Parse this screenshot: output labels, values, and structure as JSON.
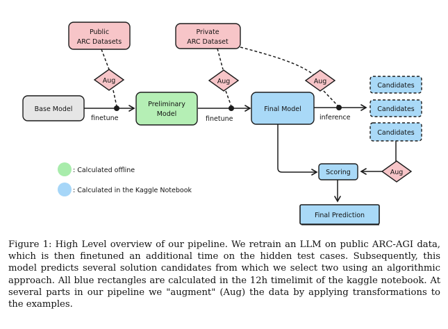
{
  "diagram": {
    "nodes": {
      "public_datasets": [
        "Public",
        "ARC Datasets"
      ],
      "private_dataset": [
        "Private",
        "ARC Dataset"
      ],
      "base_model": "Base Model",
      "preliminary_model": [
        "Preliminary",
        "Model"
      ],
      "final_model": "Final Model",
      "candidates": [
        "Candidates",
        "Candidates",
        "Candidates"
      ],
      "scoring": "Scoring",
      "final_prediction": "Final Prediction",
      "aug_label": "Aug"
    },
    "edge_labels": {
      "finetune_1": "finetune",
      "finetune_2": "finetune",
      "inference": "inference"
    },
    "legend": {
      "offline": ": Calculated offline",
      "kaggle": ": Calculated in the Kaggle Notebook"
    },
    "colors": {
      "pink": "#f7c5c8",
      "green": "#b5efb5",
      "blue": "#a9d9f7",
      "gray": "#e6e6e6",
      "legend_green": "#a8ecab",
      "legend_blue": "#a6d6f8",
      "stroke": "#1b1b1b"
    }
  },
  "caption": {
    "text": "Figure 1: High Level overview of our pipeline. We retrain an LLM on public ARC-AGI data, which is then finetuned an additional time on the hidden test cases. Subsequently, this model predicts several solution candidates from which we select two using an algorithmic approach. All blue rectangles are calculated in the 12h timelimit of the kaggle notebook. At several parts in our pipeline we \"augment\" (Aug) the data by applying transformations to the examples."
  }
}
